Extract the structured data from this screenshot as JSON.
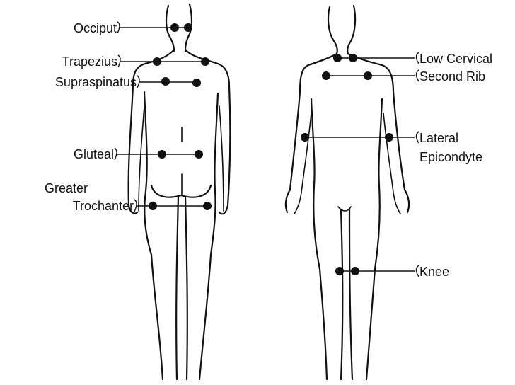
{
  "back_view": {
    "labels": {
      "occiput": "Occiput",
      "trapezius": "Trapezius",
      "supraspinatus": "Supraspinatus",
      "gluteal": "Gluteal",
      "greater_trochanter_line1": "Greater",
      "greater_trochanter_line2": "Trochanter"
    }
  },
  "front_view": {
    "labels": {
      "low_cervical": "Low Cervical",
      "second_rib": "Second Rib",
      "lateral_epicondyle_line1": "Lateral",
      "lateral_epicondyle_line2": "Epicondyte",
      "knee": "Knee"
    }
  },
  "colors": {
    "ink": "#111111",
    "background": "#ffffff"
  }
}
